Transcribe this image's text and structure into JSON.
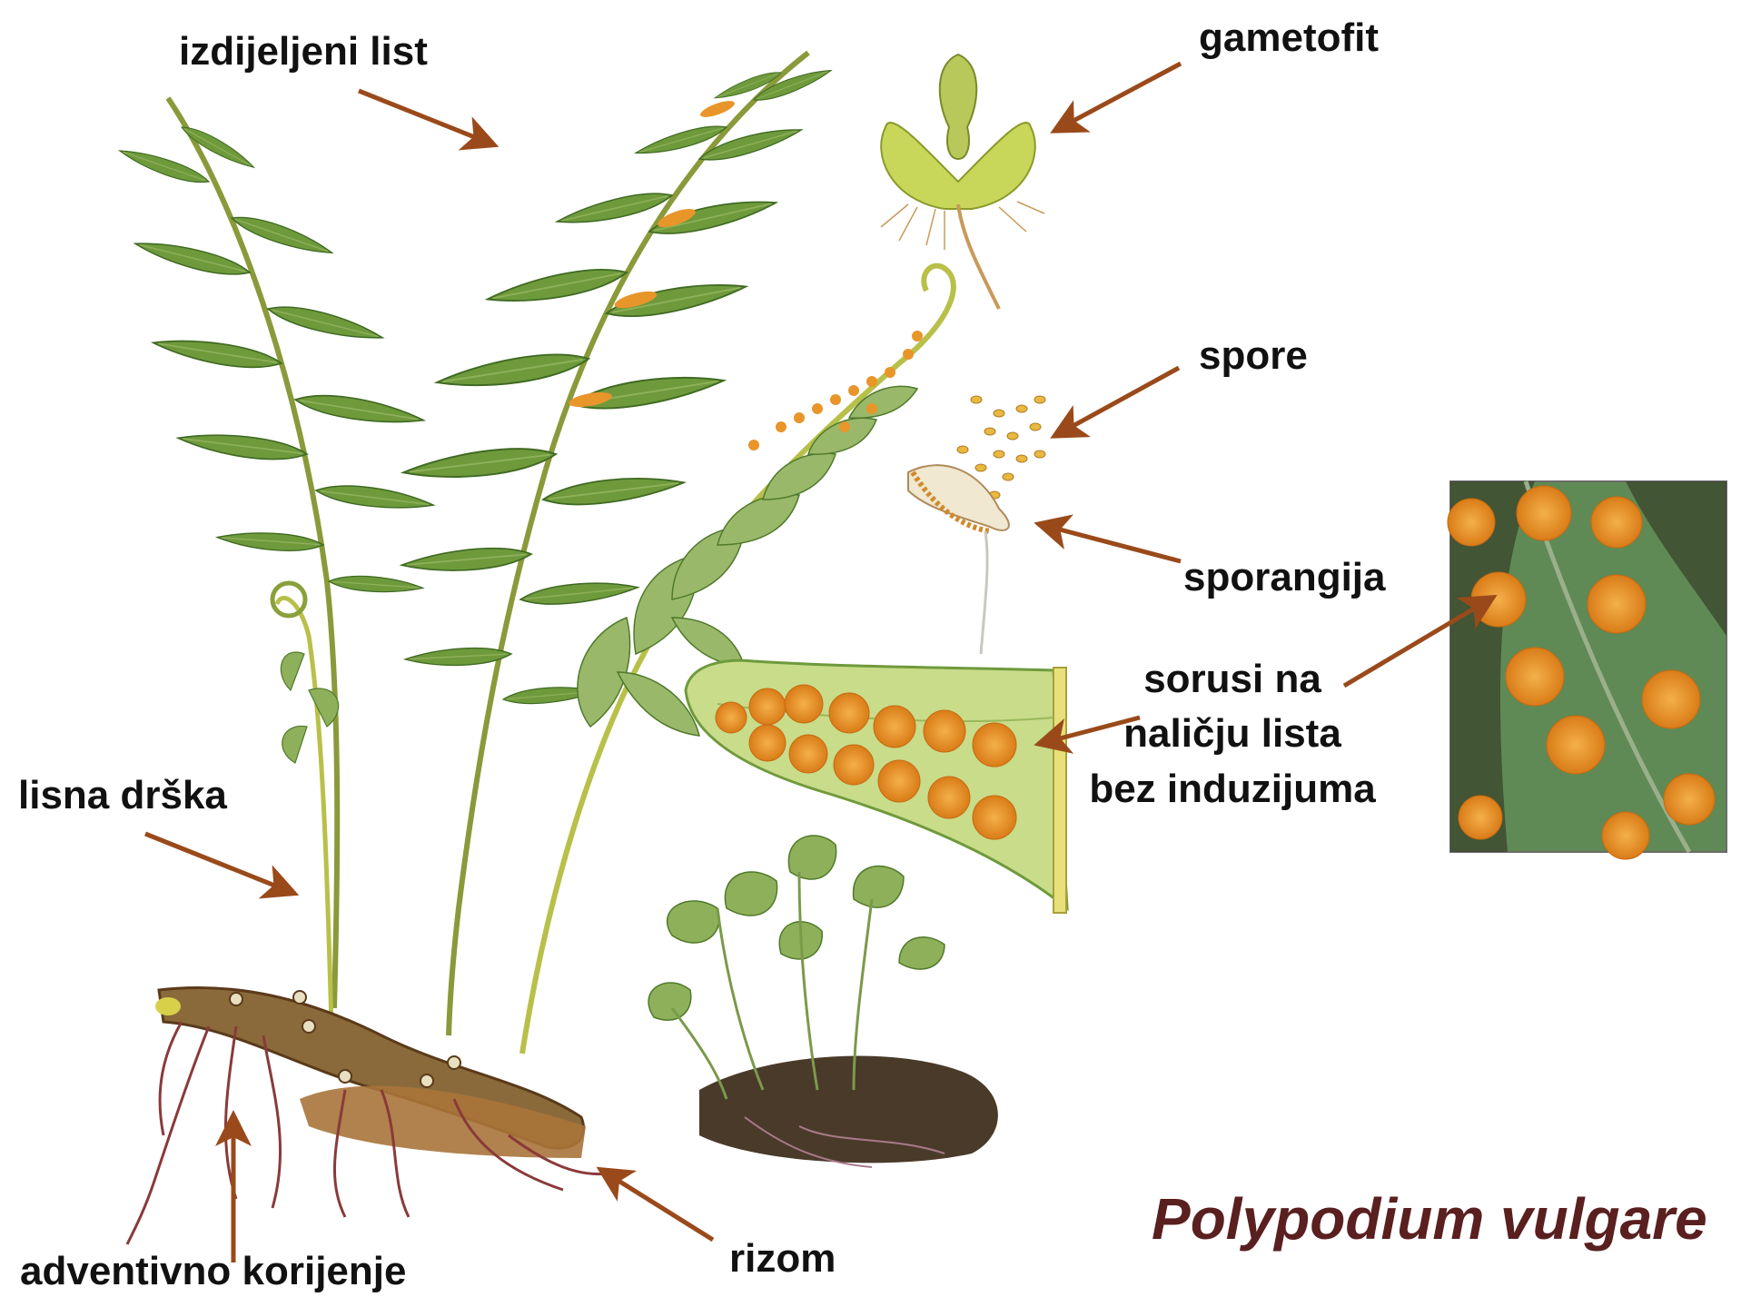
{
  "title": "Polypodium vulgare",
  "labels": {
    "izdijeljeni_list": "izdijeljeni list",
    "gametofit": "gametofit",
    "spore": "spore",
    "sporangija": "sporangija",
    "sorusi_line1": "sorusi na",
    "sorusi_line2": "naličju lista",
    "sorusi_line3": "bez induzijuma",
    "lisna_drska": "lisna drška",
    "adventivno_korijenje": "adventivno korijenje",
    "rizom": "rizom"
  },
  "colors": {
    "arrow": "#9a4a1a",
    "title": "#5a1f1f",
    "frond_green": "#6f9a3c",
    "frond_dark": "#4f7a2a",
    "sori_orange": "#e8952a",
    "rhizome_brown": "#8a6a3a",
    "root_red": "#8a3a3a",
    "gametophyte": "#c8d65a",
    "photo_bg": "#5f8a55"
  }
}
